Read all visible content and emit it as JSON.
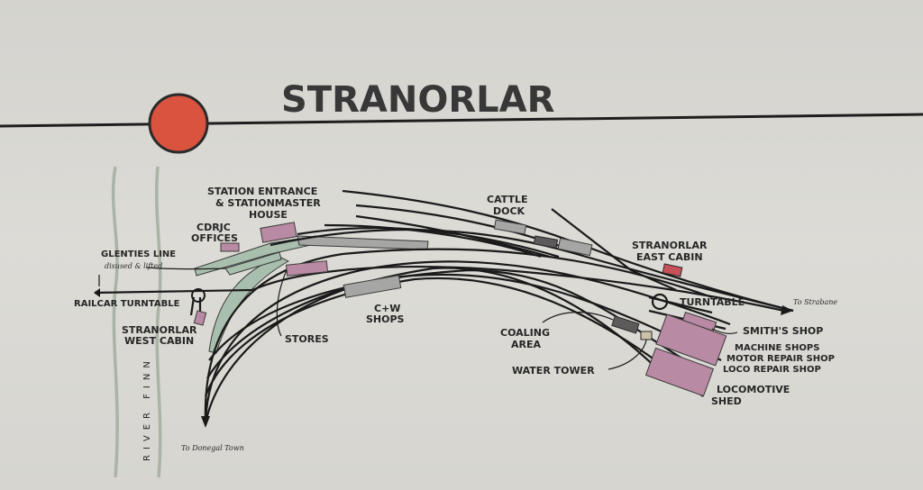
{
  "title": "STRANORLAR",
  "colors": {
    "station_dot": "#d9533f",
    "buildings": "#b98aa3",
    "platforms": "#a9bfae",
    "east_cabin": "#c8505a"
  },
  "labels": {
    "station_entrance": [
      "STATION ENTRANCE",
      "& STATIONMASTER",
      "HOUSE"
    ],
    "cdrjc_offices": [
      "CDRJC",
      "OFFICES"
    ],
    "glenties_line": "GLENTIES LINE",
    "glenties_note": "disused & lifted",
    "railcar_turntable": "RAILCAR TURNTABLE",
    "west_cabin": [
      "STRANORLAR",
      "WEST CABIN"
    ],
    "river": "RIVER FINN",
    "to_donegal": "To Donegal Town",
    "stores": "STORES",
    "cw_shops": [
      "C+W",
      "SHOPS"
    ],
    "cattle_dock": [
      "CATTLE",
      "DOCK"
    ],
    "east_cabin": [
      "STRANORLAR",
      "EAST CABIN"
    ],
    "turntable": "TURNTABLE",
    "to_strabane": "To Strabane",
    "coaling_area": [
      "COALING",
      "AREA"
    ],
    "water_tower": "WATER TOWER",
    "smiths_shop": "SMITH'S SHOP",
    "machine_shops": "MACHINE SHOPS",
    "motor_repair": "MOTOR REPAIR SHOP",
    "loco_repair": "LOCO REPAIR SHOP",
    "loco_shed": [
      "LOCOMOTIVE",
      "SHED"
    ]
  }
}
